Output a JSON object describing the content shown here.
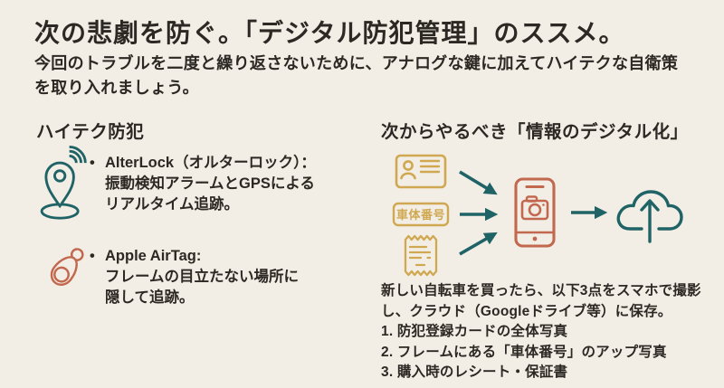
{
  "colors": {
    "background": "#f2eee5",
    "text": "#2c2925",
    "teal": "#1f6367",
    "terracotta": "#c2684f",
    "gold": "#d0a851"
  },
  "header": {
    "title": "次の悲劇を防ぐ。「デジタル防犯管理」のススメ。",
    "subtitle_lines": [
      "今回のトラブルを二度と繰り返さないために、アナログな鍵に加えてハイテクな自衛策",
      "を取り入れましょう。"
    ]
  },
  "sections": {
    "left": {
      "heading": "ハイテク防犯",
      "items": [
        {
          "bullet": "•",
          "icon": "gps-pin-signal-icon",
          "lines": [
            "AlterLock（オルターロック）：",
            "振動検知アラームとGPSによる",
            "リアルタイム追跡。"
          ]
        },
        {
          "bullet": "•",
          "icon": "airtag-keyring-icon",
          "lines": [
            "Apple AirTag:",
            "フレームの目立たない場所に",
            "隠して追跡。"
          ]
        }
      ]
    },
    "right": {
      "heading": "次からやるべき「情報のデジタル化」",
      "diagram": {
        "badge_label": "車体番号",
        "icons": [
          "id-card-icon",
          "frame-number-badge",
          "receipt-icon",
          "smartphone-camera-icon",
          "cloud-upload-icon"
        ]
      },
      "note_lines": [
        "新しい自転車を買ったら、以下3点をスマホで撮影",
        "し、クラウド（Googleドライブ等）に保存。",
        "1. 防犯登録カードの全体写真",
        "2. フレームにある「車体番号」のアップ写真",
        "3. 購入時のレシート・保証書"
      ]
    }
  }
}
